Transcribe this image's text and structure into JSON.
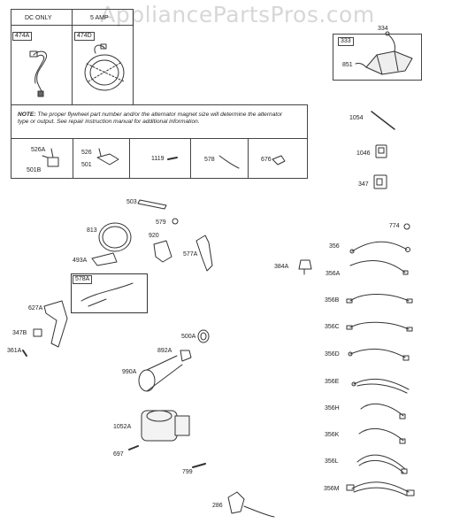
{
  "watermark": "AppliancePartsPros.com",
  "kit_table": {
    "col1_header": "DC ONLY",
    "col2_header": "5 AMP",
    "note_label": "NOTE:",
    "note_text": "The proper flywheel part number and/or the alternator magnet size will determine the alternator type or output. See repair instruction manual for additional information."
  },
  "part_numbers": {
    "p474A": "474A",
    "p474D": "474D",
    "p526A": "526A",
    "p501B": "501B",
    "p526": "526",
    "p501": "501",
    "p1119": "1119",
    "p578": "578",
    "p676": "676",
    "p333": "333",
    "p334": "334",
    "p851": "851",
    "p1054": "1054",
    "p1046": "1046",
    "p347": "347",
    "p503": "503",
    "p813": "813",
    "p579": "579",
    "p920": "920",
    "p493A": "493A",
    "p577A": "577A",
    "p578A": "578A",
    "p384A": "384A",
    "p774": "774",
    "p356": "356",
    "p356A": "356A",
    "p356B": "356B",
    "p356C": "356C",
    "p356D": "356D",
    "p356E": "356E",
    "p356H": "356H",
    "p356K": "356K",
    "p356L": "356L",
    "p356M": "356M",
    "p627A": "627A",
    "p347B": "347B",
    "p361A": "361A",
    "p500A": "500A",
    "p892A": "892A",
    "p990A": "990A",
    "p1052A": "1052A",
    "p697": "697",
    "p799": "799",
    "p286": "286"
  }
}
